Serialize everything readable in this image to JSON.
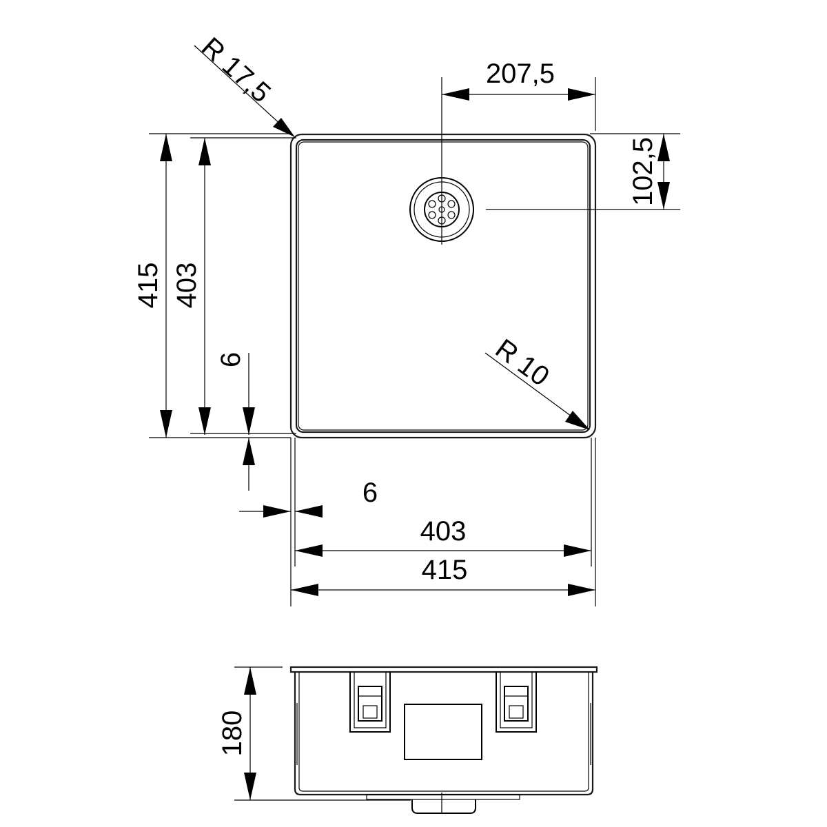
{
  "top_view": {
    "radius_outer": "R 17,5",
    "radius_inner": "R 10",
    "drain_offset_x": "207,5",
    "drain_offset_y": "102,5",
    "outer_height": "415",
    "inner_height": "403",
    "rim_width_vertical": "6",
    "rim_width_horizontal": "6",
    "inner_width": "403",
    "outer_width": "415"
  },
  "side_view": {
    "depth": "180"
  }
}
